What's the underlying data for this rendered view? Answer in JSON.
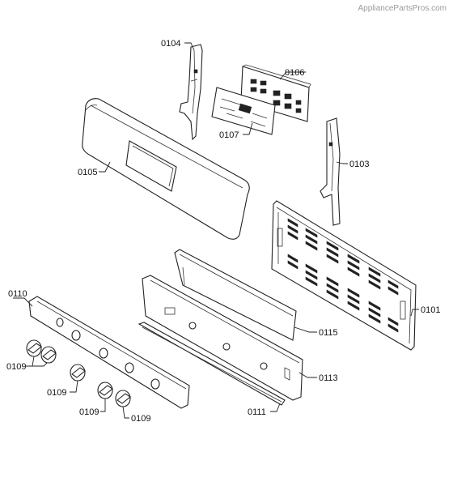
{
  "watermark": "AppliancePartsPros.com",
  "parts": {
    "p0101": "0101",
    "p0103": "0103",
    "p0104": "0104",
    "p0105": "0105",
    "p0106": "0106",
    "p0107": "0107",
    "p0109a": "0109",
    "p0109b": "0109",
    "p0109c": "0109",
    "p0109d": "0109",
    "p0110": "0110",
    "p0111": "0111",
    "p0113": "0113",
    "p0115": "0115"
  }
}
